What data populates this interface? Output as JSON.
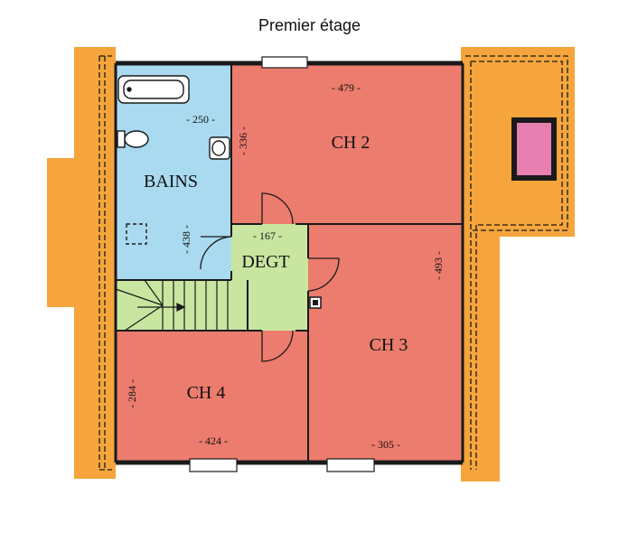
{
  "title": "Premier étage",
  "rooms": {
    "bath": "BAINS",
    "ch2": "CH 2",
    "ch3": "CH 3",
    "ch4": "CH 4",
    "degt": "DEGT"
  },
  "dimensions": {
    "ch2_width": "- 479 -",
    "ch2_depth": "- 336 -",
    "bath_width": "- 250 -",
    "bath_depth": "- 438 -",
    "degt_width": "- 167 -",
    "ch3_depth": "- 493 -",
    "ch3_width": "- 305 -",
    "ch4_width": "- 424 -",
    "ch4_depth": "- 284 -"
  },
  "colors": {
    "orange": "#f5a53c",
    "salmon": "#ec7c6e",
    "blue": "#a9daf0",
    "green": "#c8e6a0",
    "pink": "#e77fb0",
    "wall": "#1a1a1a"
  }
}
